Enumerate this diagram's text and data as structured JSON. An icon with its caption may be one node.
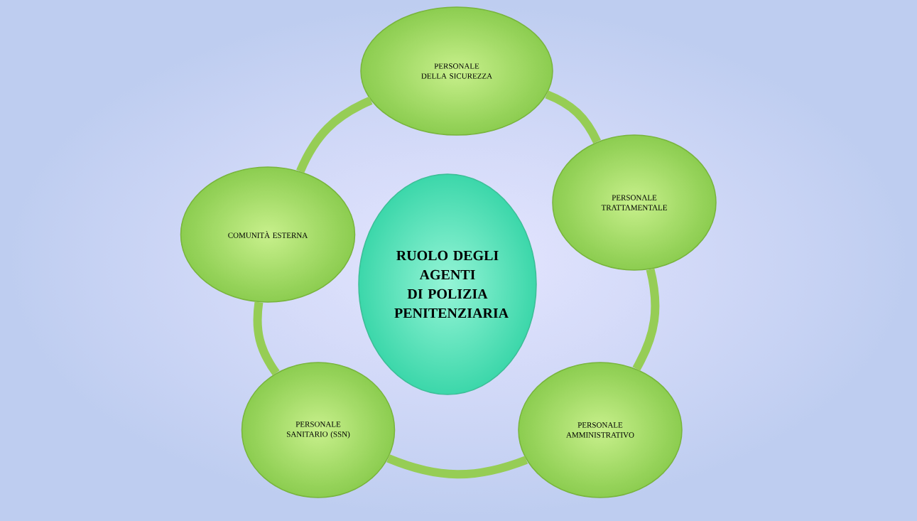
{
  "diagram": {
    "nodes": [
      {
        "text": [
          "RUOLO DEGLI AGENTI DI POLIZIA PENITENZIARIA"
        ]
      },
      {
        "text": [
          "PERSONALE DELLA SICUREZZA"
        ]
      },
      {
        "text": [
          "PERSONALE TRATTAMENTALE"
        ]
      },
      {
        "text": [
          "PERSONALE AMMINISTRATIVO"
        ]
      },
      {
        "text": [
          "PERSONALE SANITARIO (SSN)"
        ]
      },
      {
        "text": [
          "COMUNITÀ ESTERNA"
        ]
      }
    ],
    "edges": [
      {
        "from": 1,
        "to": 2,
        "arrow": "none"
      },
      {
        "from": 2,
        "to": 3,
        "arrow": "none"
      },
      {
        "from": 3,
        "to": 4,
        "arrow": "none"
      },
      {
        "from": 4,
        "to": 5,
        "arrow": "none"
      },
      {
        "from": 5,
        "to": 1,
        "arrow": "none"
      }
    ]
  }
}
